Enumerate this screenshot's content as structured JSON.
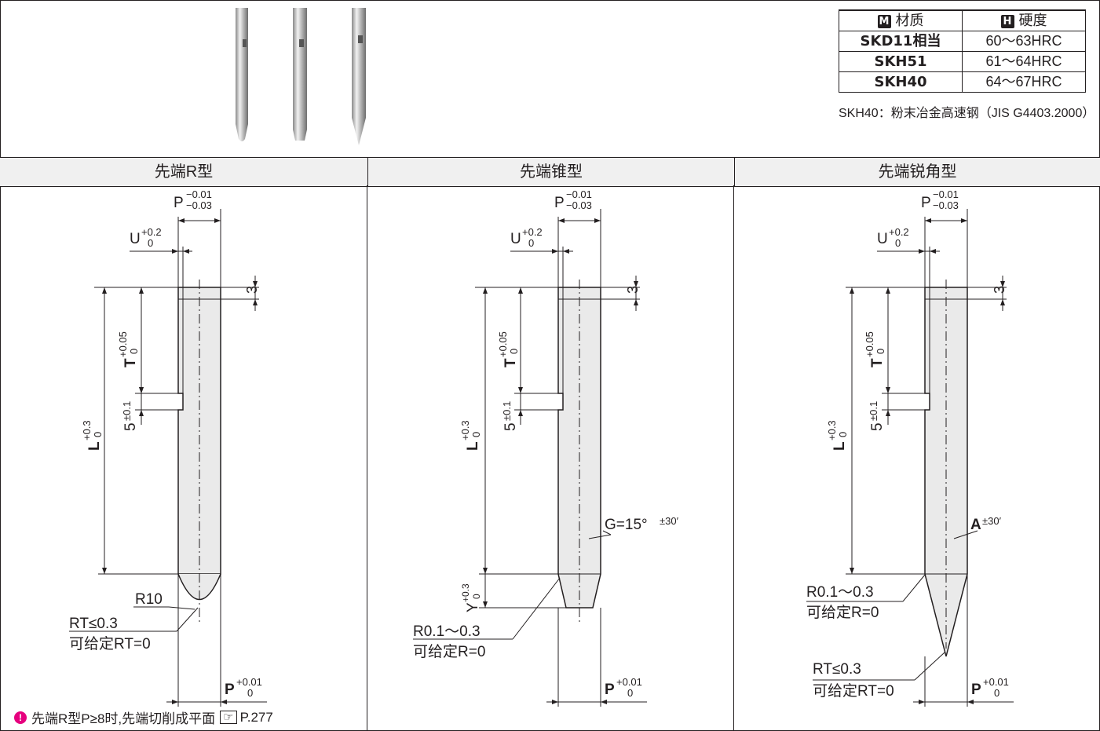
{
  "material_table": {
    "headers": [
      {
        "badge": "M",
        "label": "材质"
      },
      {
        "badge": "H",
        "label": "硬度"
      }
    ],
    "rows": [
      {
        "material": "SKD11相当",
        "hardness": "60～63HRC"
      },
      {
        "material": "SKH51",
        "hardness": "61～64HRC"
      },
      {
        "material": "SKH40",
        "hardness": "64～67HRC"
      }
    ],
    "note": "SKH40：粉末冶金高速钢（JIS G4403.2000）"
  },
  "sections": [
    {
      "title": "先端R型"
    },
    {
      "title": "先端锥型"
    },
    {
      "title": "先端锐角型"
    }
  ],
  "dims": {
    "P": "P",
    "P_upper": "−0.01",
    "P_lower": "−0.03",
    "U": "U",
    "U_upper": "+0.2",
    "U_lower": "0",
    "three": "3",
    "T": "T",
    "T_upper": "+0.05",
    "T_lower": "0",
    "five": "5",
    "five_tol": "±0.1",
    "L": "L",
    "L_upper": "+0.3",
    "L_lower": "0",
    "Pb": "P",
    "Pb_upper": "+0.01",
    "Pb_lower": "0",
    "Y": "Y",
    "Y_upper": "+0.3",
    "Y_lower": "0"
  },
  "r_type": {
    "r10": "R10",
    "rt_line1": "RT≤0.3",
    "rt_line2": "可给定RT=0"
  },
  "cone_type": {
    "g_label": "G=15°",
    "g_tol": "±30′",
    "r_line1": "R0.1～0.3",
    "r_line2": "可给定R=0"
  },
  "sharp_type": {
    "a_label": "A",
    "a_tol": "±30′",
    "r_line1": "R0.1～0.3",
    "r_line2": "可给定R=0",
    "rt_line1": "RT≤0.3",
    "rt_line2": "可给定RT=0"
  },
  "footnote": {
    "icon": "!",
    "text": "先端R型P≥8时,先端切削成平面",
    "ref_icon": "☞",
    "page_ref": "P.277"
  },
  "colors": {
    "accent_blue": "#0068b7",
    "ink": "#231f20",
    "header_bg": "#f0f0f0",
    "warn": "#e6007e"
  }
}
